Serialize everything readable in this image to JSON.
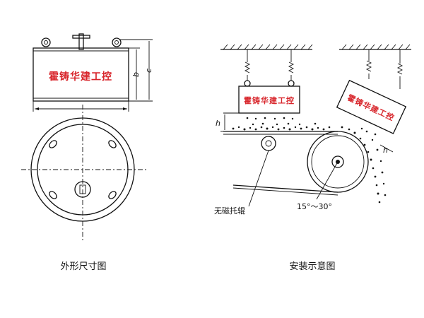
{
  "left_figure": {
    "caption": "外形尺寸图",
    "brand_text": "霍铸华建工控",
    "dim_b": "b",
    "dim_c": "c"
  },
  "right_figure": {
    "caption": "安装示意图",
    "brand_text": "霍铸华建工控",
    "dim_h": "h",
    "dim_h2": "h",
    "roller_label": "无磁托辊",
    "angle_label": "15°～30°"
  },
  "colors": {
    "brand": "#d8262c",
    "line": "#111111"
  }
}
